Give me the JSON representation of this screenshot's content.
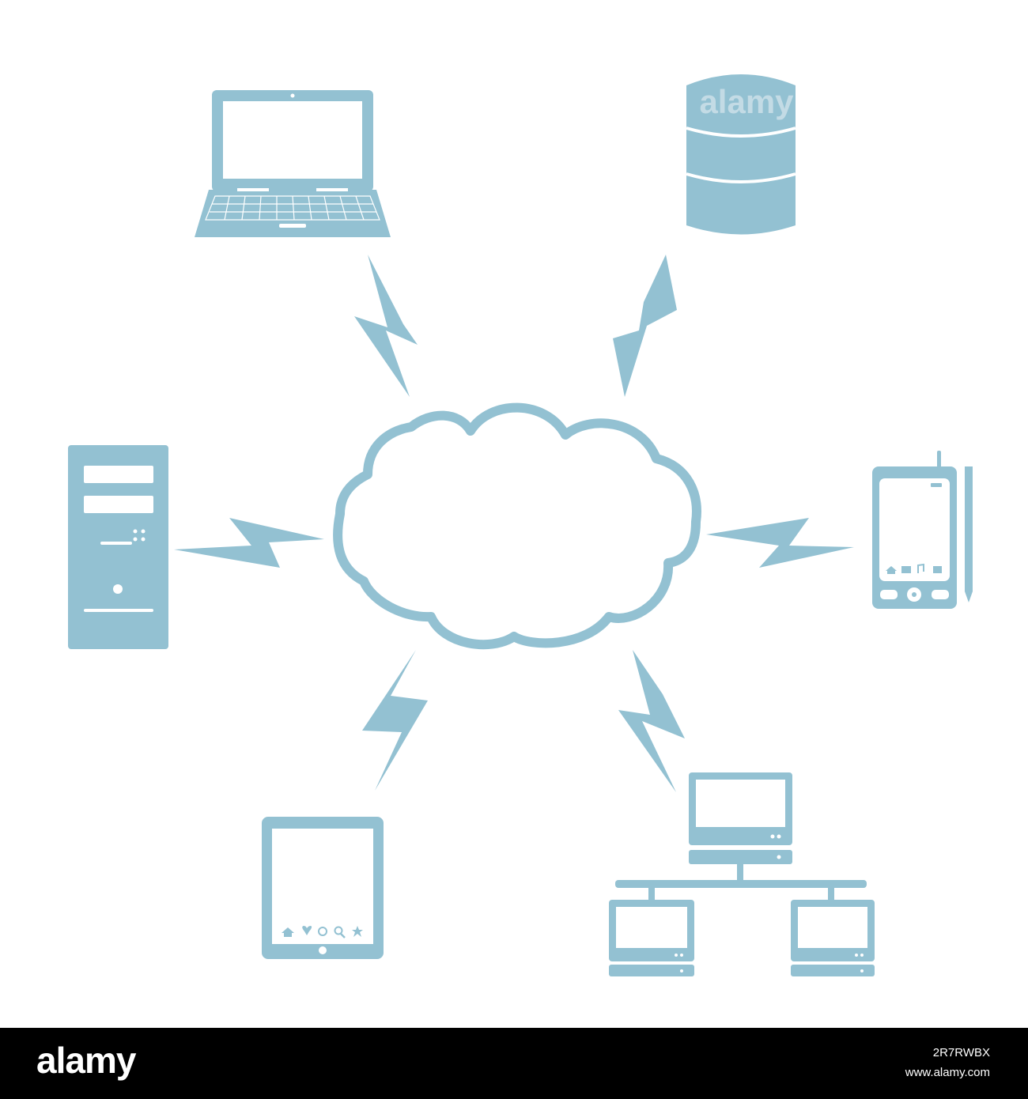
{
  "diagram": {
    "colors": {
      "device": "#93c1d2",
      "cloud_stroke": "#93c1d2",
      "cloud_fill": "#ffffff",
      "background": "#ffffff"
    },
    "center": {
      "name": "cloud",
      "icon": "cloud-icon"
    },
    "nodes": [
      {
        "name": "laptop",
        "icon": "laptop-icon"
      },
      {
        "name": "database",
        "icon": "database-icon",
        "watermark": "alamy"
      },
      {
        "name": "desktop-tower",
        "icon": "desktop-tower-icon"
      },
      {
        "name": "smartphone",
        "icon": "smartphone-icon"
      },
      {
        "name": "tablet",
        "icon": "tablet-icon"
      },
      {
        "name": "network",
        "icon": "network-icon"
      }
    ],
    "links": [
      {
        "from": "cloud",
        "to": "laptop",
        "style": "lightning"
      },
      {
        "from": "cloud",
        "to": "database",
        "style": "lightning"
      },
      {
        "from": "cloud",
        "to": "desktop-tower",
        "style": "lightning"
      },
      {
        "from": "cloud",
        "to": "smartphone",
        "style": "lightning"
      },
      {
        "from": "cloud",
        "to": "tablet",
        "style": "lightning"
      },
      {
        "from": "cloud",
        "to": "network",
        "style": "lightning"
      }
    ]
  },
  "footer": {
    "logo": "alamy",
    "image_id": "2R7RWBX",
    "url": "www.alamy.com",
    "background": "#000000"
  }
}
